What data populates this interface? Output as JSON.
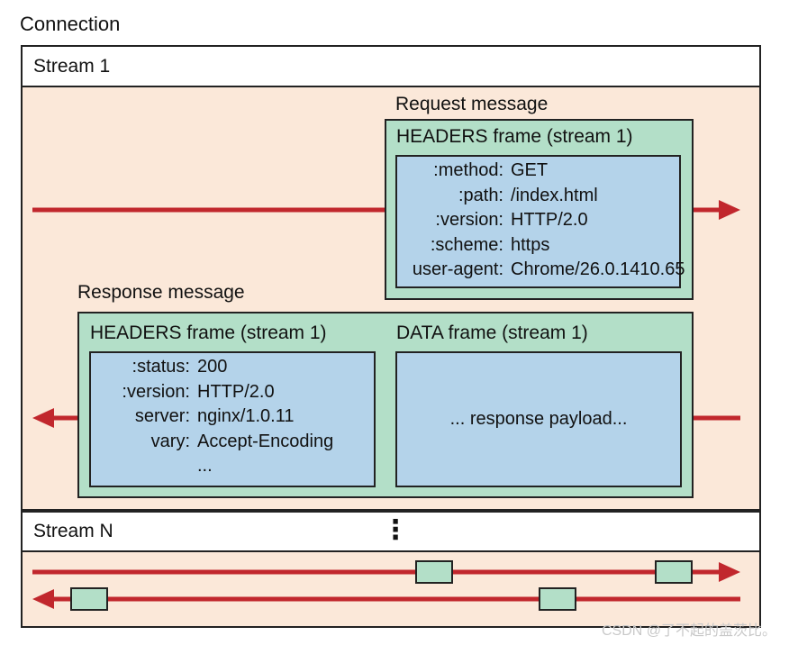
{
  "title": "Connection",
  "stream1": {
    "label": "Stream 1",
    "request": {
      "message_label": "Request message",
      "frame_title": "HEADERS frame (stream 1)",
      "headers": [
        {
          "key": ":method:",
          "value": "GET"
        },
        {
          "key": ":path:",
          "value": "/index.html"
        },
        {
          "key": ":version:",
          "value": "HTTP/2.0"
        },
        {
          "key": ":scheme:",
          "value": "https"
        },
        {
          "key": "user-agent:",
          "value": "Chrome/26.0.1410.65"
        }
      ]
    },
    "response": {
      "message_label": "Response message",
      "headers_frame_title": "HEADERS frame (stream 1)",
      "headers": [
        {
          "key": ":status:",
          "value": "200"
        },
        {
          "key": ":version:",
          "value": "HTTP/2.0"
        },
        {
          "key": "server:",
          "value": "nginx/1.0.11"
        },
        {
          "key": "vary:",
          "value": "Accept-Encoding"
        },
        {
          "key": "",
          "value": "..."
        }
      ],
      "data_frame_title": "DATA frame (stream 1)",
      "data_payload": "... response payload..."
    }
  },
  "streamN": {
    "label": "Stream N",
    "ellipsis": "⋮"
  },
  "colors": {
    "arrow": "#c1272d",
    "stream_background": "#fbe8d9",
    "frame_green": "#b3dfc8",
    "frame_blue": "#b4d3ea"
  },
  "watermark": "CSDN @了不起的盖茨比。"
}
